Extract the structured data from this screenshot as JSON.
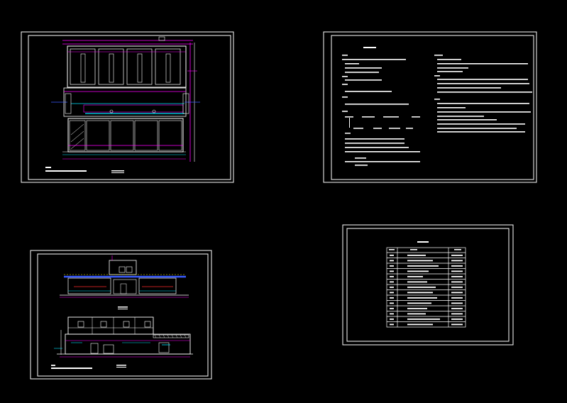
{
  "viewer": {
    "background": "#000000",
    "sheet_border_color": "#ffffff",
    "line_colors": {
      "white": "#ffffff",
      "magenta": "#ff00ff",
      "cyan": "#00e5ff",
      "blue": "#3a5cff",
      "red": "#ff2a2a",
      "yellow": "#ffff00",
      "green": "#00ff60"
    }
  },
  "sheets": [
    {
      "id": "plan",
      "kind": "floor-plan-drawing"
    },
    {
      "id": "notes",
      "kind": "design-notes-text"
    },
    {
      "id": "sections",
      "kind": "section-and-elevation-drawing"
    },
    {
      "id": "schedule",
      "kind": "drawing-index-table",
      "row_count": 14,
      "column_count": 3
    }
  ]
}
